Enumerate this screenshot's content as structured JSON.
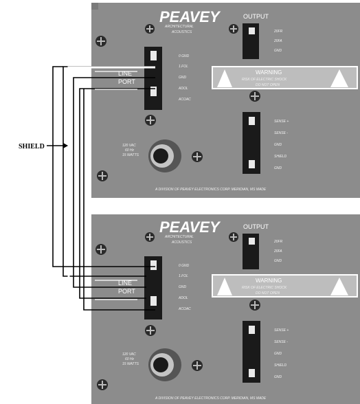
{
  "shield_label": "SHIELD",
  "panels": [
    {
      "brand": "PEAVEY",
      "brand_sub": "ARCHITECTURAL",
      "brand_sub2": "ACOUSTICS",
      "output_label": "OUTPUT",
      "output_terminals": [
        "20FR",
        "20FA",
        "GND"
      ],
      "input_terminals": [
        "0 GND",
        "1.FOL",
        "GND",
        "ADOL",
        "ACOAC"
      ],
      "line_label": "LINE",
      "power_label": "PORT",
      "warning_title": "WARNING",
      "warning_line1": "RISK OF ELECTRIC SHOCK",
      "warning_line2": "DO NOT OPEN",
      "lower_terminals": [
        "SENSE +",
        "SENSE -",
        "GND",
        "SHIELD",
        "GND"
      ],
      "power_spec": [
        "120 VAC",
        "60 Hz",
        "15 WATTS"
      ],
      "footer": "A DIVISION OF PEAVEY ELECTRONICS CORP. MERIDIAN, MS  MADE"
    },
    {
      "brand": "PEAVEY",
      "brand_sub": "ARCHITECTURAL",
      "brand_sub2": "ACOUSTICS",
      "output_label": "OUTPUT",
      "output_terminals": [
        "20FR",
        "20FA",
        "GND"
      ],
      "input_terminals": [
        "0 GND",
        "1.FOL",
        "GND",
        "ADOL",
        "ACOAC"
      ],
      "line_label": "LINE",
      "power_label": "PORT",
      "warning_title": "WARNING",
      "warning_line1": "RISK OF ELECTRIC SHOCK",
      "warning_line2": "DO NOT OPEN",
      "lower_terminals": [
        "SENSE +",
        "SENSE -",
        "GND",
        "SHIELD",
        "GND"
      ],
      "power_spec": [
        "120 VAC",
        "60 Hz",
        "15 WATTS"
      ],
      "footer": "A DIVISION OF PEAVEY ELECTRONICS CORP. MERIDIAN, MS  MADE"
    }
  ],
  "colors": {
    "panel": "#8c8c8c",
    "panel_dark": "#6f6f6f",
    "terminal_block": "#1a1a1a",
    "wire": "#000000"
  }
}
